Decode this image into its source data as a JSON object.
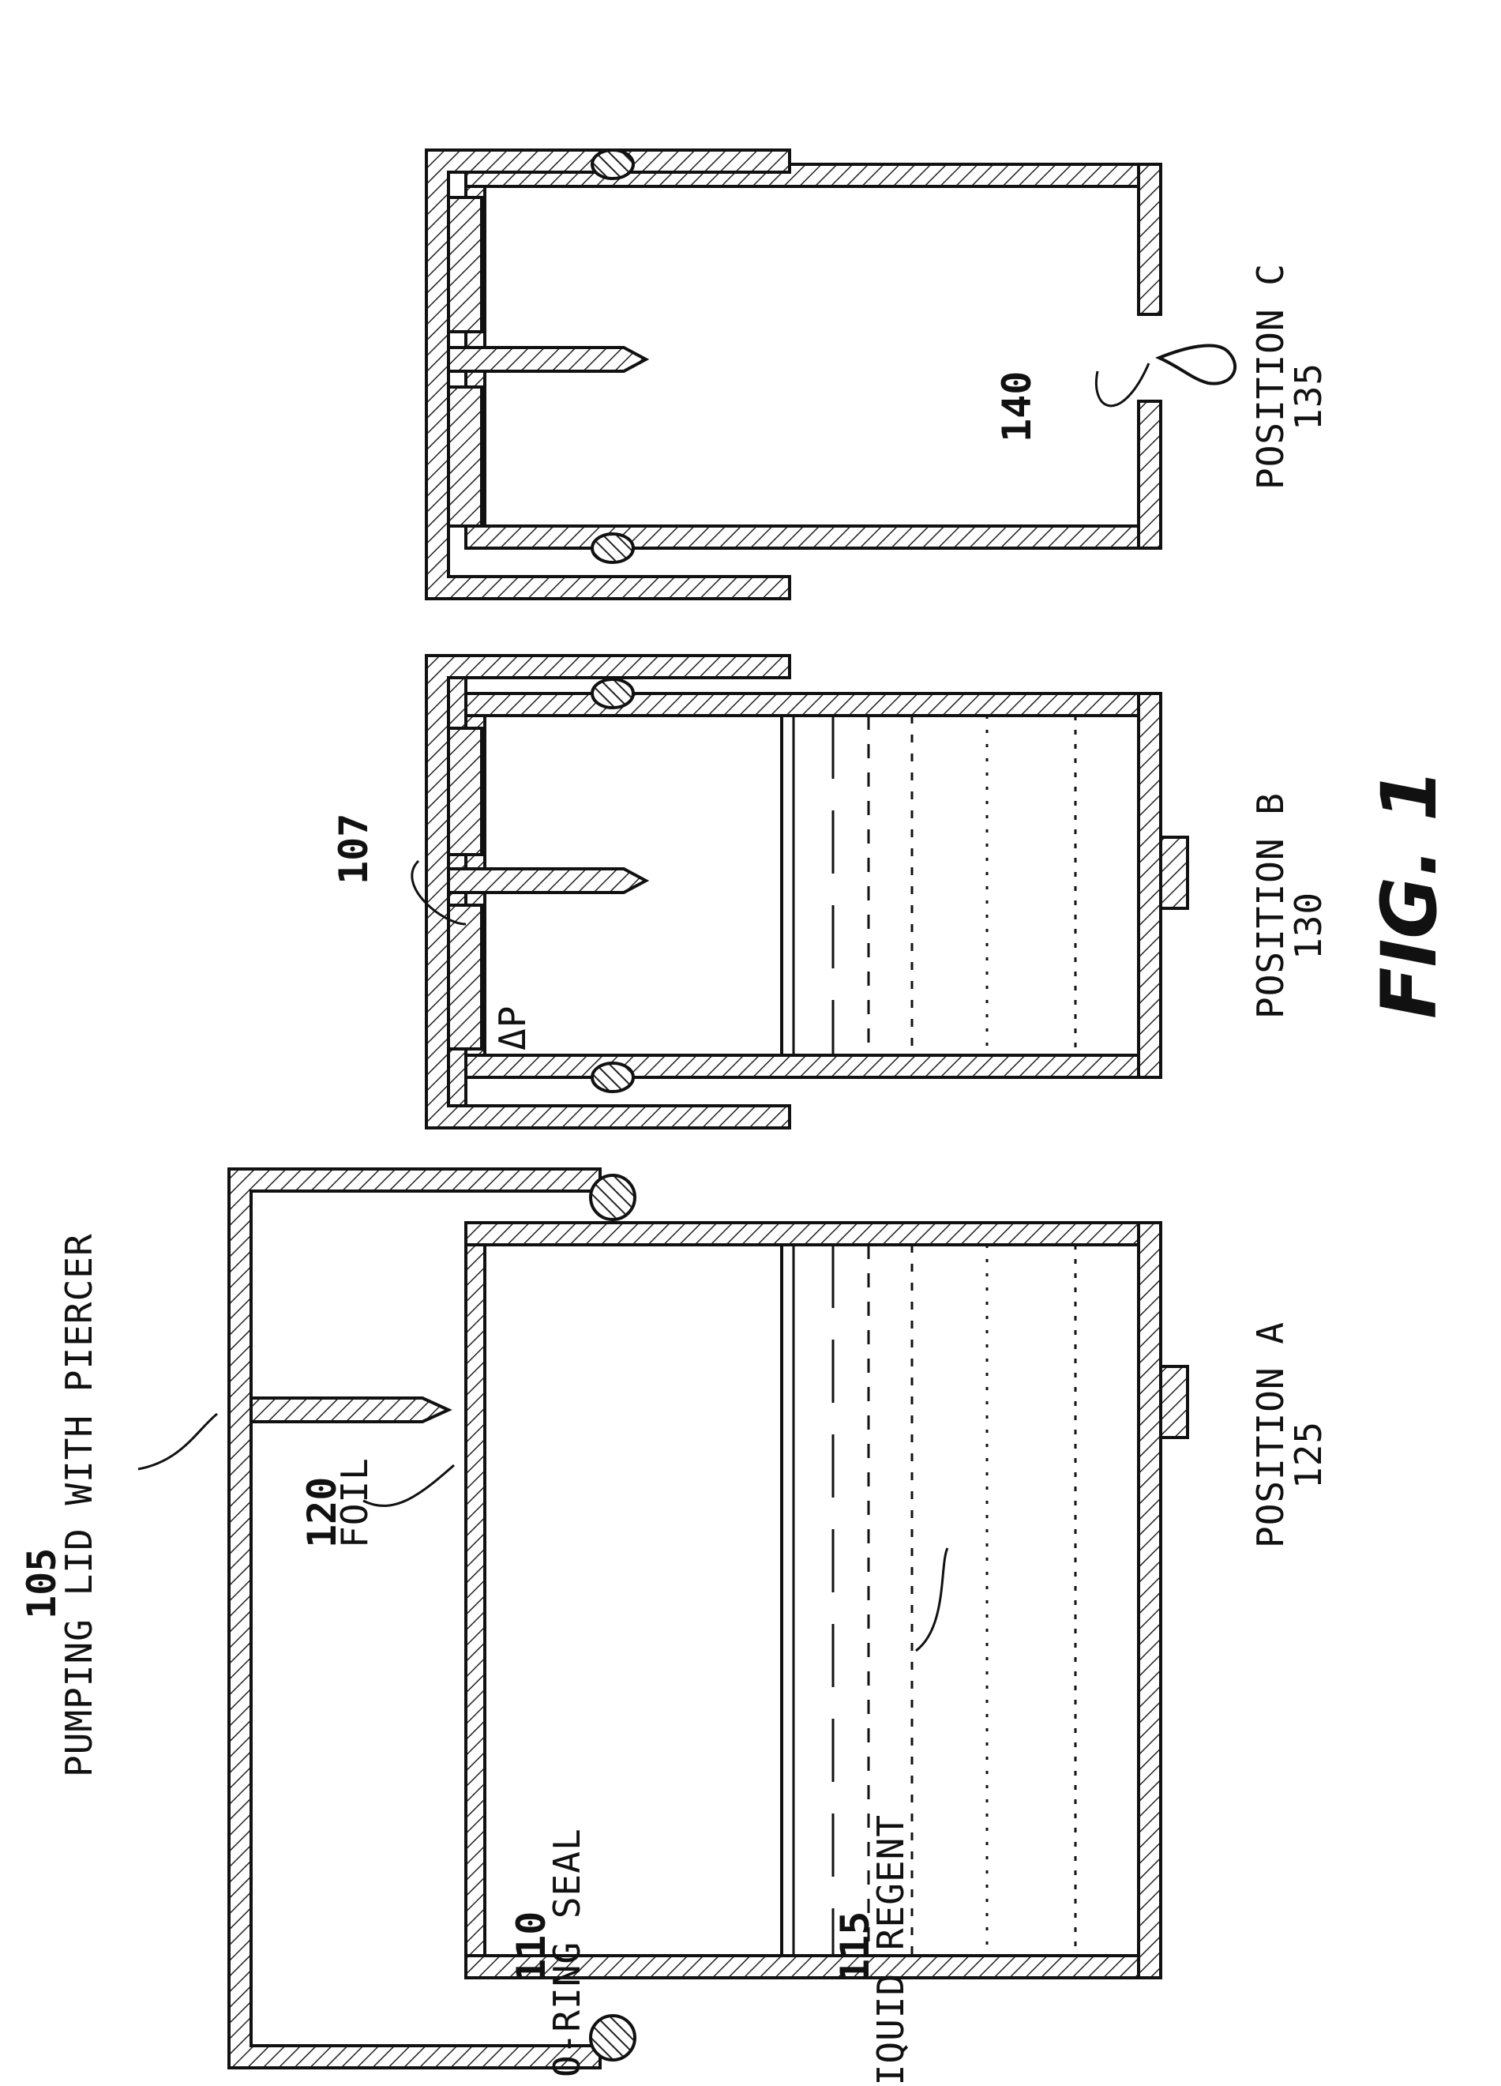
{
  "figure": {
    "caption": "FIG. 1",
    "positions": [
      {
        "name": "POSITION A",
        "ref": "125"
      },
      {
        "name": "POSITION B",
        "ref": "130"
      },
      {
        "name": "POSITION C",
        "ref": "135"
      }
    ],
    "callouts": {
      "pumping_lid": {
        "ref": "105",
        "text": "PUMPING LID WITH PIERCER"
      },
      "foil": {
        "ref": "120",
        "text": "FOIL"
      },
      "oring": {
        "ref": "110",
        "text": "O-RING SEAL"
      },
      "liquid": {
        "ref": "115",
        "text": "LIQUID REGENT"
      },
      "vent": {
        "ref": "107"
      },
      "drop": {
        "ref": "140"
      },
      "pressure": {
        "text": "ΔP"
      }
    }
  }
}
